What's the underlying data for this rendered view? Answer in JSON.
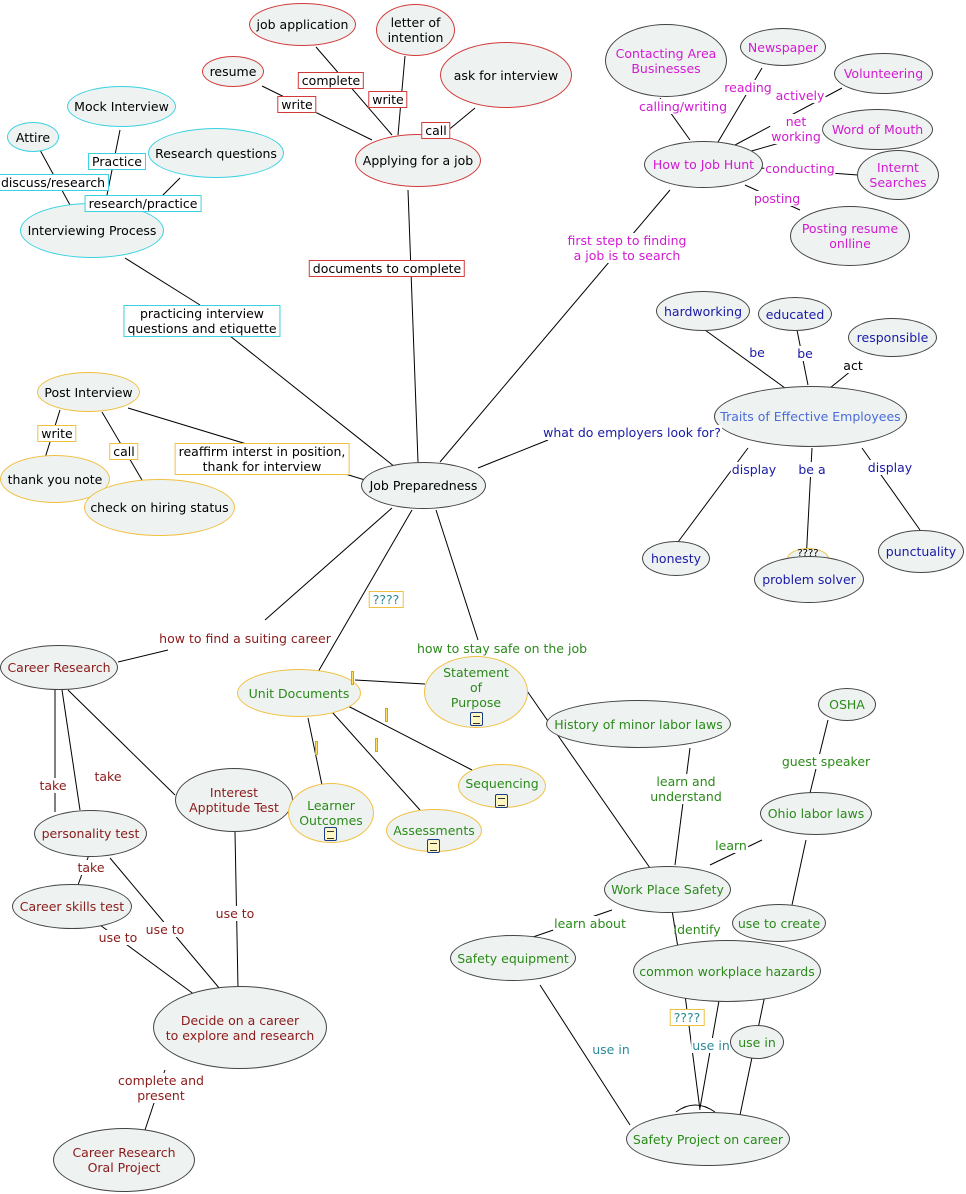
{
  "colors": {
    "red": "#8b1a1a",
    "red_border": "#d23a3a",
    "magenta": "#d21ad2",
    "navy": "#1a1aa6",
    "blue_text": "#4a6bd8",
    "green": "#2b8a1a",
    "cyan": "#3ad2e0",
    "gold": "#f0c040",
    "teal": "#2a8a9a"
  },
  "applying": {
    "job_application": "job application",
    "letter_of_intention": "letter of\nintention",
    "resume": "resume",
    "ask_for_interview": "ask  for interview",
    "center": "Applying for a job",
    "write1": "write",
    "complete": "complete",
    "write2": "write",
    "call": "call",
    "documents": "documents to complete"
  },
  "interviewing": {
    "mock": "Mock Interview",
    "attire": "Attire",
    "research_q": "Research questions",
    "center": "Interviewing Process",
    "practice": "Practice",
    "discuss": "discuss/research",
    "research_practice": "research/practice",
    "practicing": "practicing interview\nquestions and etiquette"
  },
  "post": {
    "center": "Post Interview",
    "write": "write",
    "call": "call",
    "thank_you": "thank you note",
    "hiring": "check on hiring status",
    "reaffirm": "reaffirm interst in position,\nthank for interview"
  },
  "hunt": {
    "contacting": "Contacting Area\nBusinesses",
    "newspaper": "Newspaper",
    "volunteering": "Volunteering",
    "word_of_mouth": "Word of Mouth",
    "internet": "Internt\nSearches",
    "posting_resume": "Posting resume\nonlline",
    "center": "How to Job Hunt",
    "calling": "calling/writing",
    "reading": "reading",
    "actively": "actively",
    "net_working": "net\nworking",
    "conducting": "conducting",
    "posting": "posting",
    "first_step": "first step to finding\na job is to search"
  },
  "traits": {
    "hardworking": "hardworking",
    "educated": "educated",
    "responsible": "responsible",
    "be1": "be",
    "be2": "be",
    "act": "act",
    "center": "Traits of Effective Employees",
    "what_employers": "what do employers look for?",
    "display1": "display",
    "be_a": "be a",
    "display2": "display",
    "honesty": "honesty",
    "problem_solver": "problem solver",
    "punctuality": "punctuality",
    "hidden": "????"
  },
  "center": {
    "label": "Job Preparedness"
  },
  "career": {
    "center": "Career Research",
    "how_to_find": "how to find a suiting career",
    "take1": "take",
    "take2": "take",
    "take3": "take",
    "personality": "personality test",
    "interest": "Interest\nApptitude Test",
    "skills": "Career skills test",
    "use_to1": "use to",
    "use_to2": "use to",
    "use_to3": "use to",
    "decide": "Decide on a career\nto explore and research",
    "complete_present": "complete and\npresent",
    "oral": "Career Research\nOral Project"
  },
  "unit": {
    "qmarks": "????",
    "center": "Unit Documents",
    "statement": "Statement\nof\nPurpose",
    "learner": "Learner\nOutcomes",
    "assessments": "Assessments",
    "sequencing": "Sequencing"
  },
  "safety": {
    "how_safe": "how to stay safe on the job",
    "history": "History of minor labor laws",
    "learn_understand": "learn and\nunderstand",
    "osha": "OSHA",
    "guest": "guest speaker",
    "ohio": "Ohio labor laws",
    "learn": "learn",
    "work_place": "Work Place Safety",
    "learn_about": "learn about",
    "identify": "Identify",
    "use_to_create": "use to create",
    "equipment": "Safety equipment",
    "hazards": "common workplace hazards",
    "qmarks": "????",
    "use_in1": "use in",
    "use_in2": "use in",
    "use_in3": "use in",
    "project": "Safety Project on career"
  }
}
